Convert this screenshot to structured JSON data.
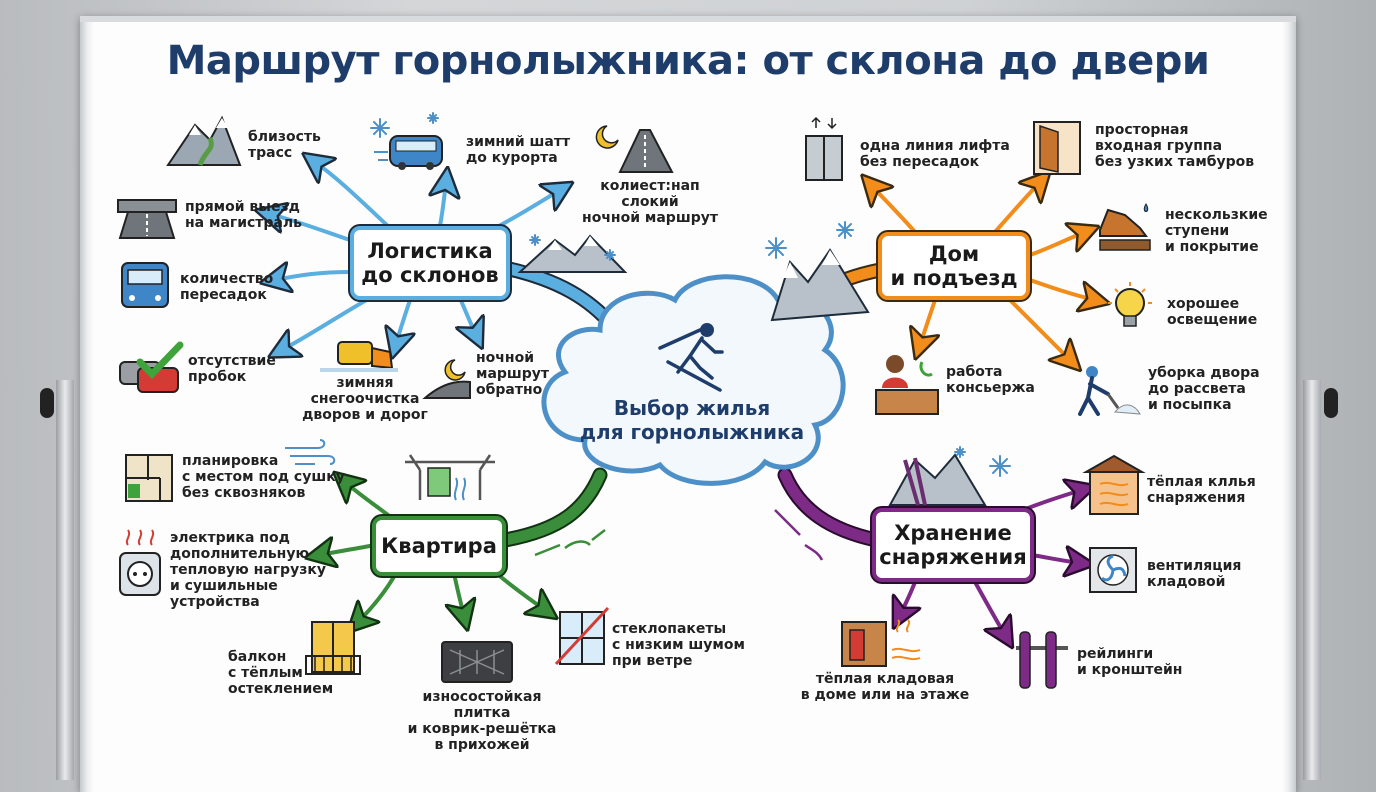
{
  "title": "Маршрут горнолыжника: от склона до двери",
  "center": {
    "label": "Выбор жилья\nдля горнолыжника"
  },
  "colors": {
    "title": "#1f3d6b",
    "logistics": "#5aaee0",
    "home": "#f28c1a",
    "apartment": "#3a8d3a",
    "storage": "#7e2a87"
  },
  "branches": {
    "logistics": {
      "label": "Логистика\nдо склонов",
      "items": [
        {
          "text": "близость\nтрасс",
          "icon": "mountain-road-icon"
        },
        {
          "text": "прямой выезд\nна магистраль",
          "icon": "highway-icon"
        },
        {
          "text": "количество\nпересадок",
          "icon": "bus-icon"
        },
        {
          "text": "отсутствие\nпробок",
          "icon": "car-check-icon"
        },
        {
          "text": "зимняя\nснегоочистка\nдворов и дорог",
          "icon": "snowplow-icon"
        },
        {
          "text": "ночной\nмаршрут\nобратно",
          "icon": "night-road-icon"
        },
        {
          "text": "колиест:нап слокий\nночной маршрут",
          "icon": "night-highway-icon"
        },
        {
          "text": "зимний шатт\nдо курорта",
          "icon": "shuttle-bus-icon"
        }
      ]
    },
    "home": {
      "label": "Дом\nи подъезд",
      "items": [
        {
          "text": "одна линия лифта\nбез пересадок",
          "icon": "elevator-icon"
        },
        {
          "text": "просторная\nвходная группа\nбез узких тамбуров",
          "icon": "door-icon"
        },
        {
          "text": "нескользкие\nступени\nи покрытие",
          "icon": "slippery-shoe-icon"
        },
        {
          "text": "хорошее\nосвещение",
          "icon": "light-bulb-icon"
        },
        {
          "text": "уборка двора\nдо рассвета\nи посыпка",
          "icon": "snow-shovel-icon"
        },
        {
          "text": "работа\nконсьержа",
          "icon": "concierge-icon"
        }
      ]
    },
    "apartment": {
      "label": "Квартира",
      "items": [
        {
          "text": "планировка\nс местом под сушку\nбез сквозняков",
          "icon": "floorplan-icon"
        },
        {
          "text": "электрика под\nдополнительную\nтепловую нагрузку\nи сушильные\nустройства",
          "icon": "socket-icon"
        },
        {
          "text": "балкон\nс тёплым\nостеклением",
          "icon": "balcony-icon"
        },
        {
          "text": "износостойкая плитка\nи коврик-решётка\nв прихожей",
          "icon": "doormat-icon"
        },
        {
          "text": "стеклопакеты\nс низким шумом\nпри ветре",
          "icon": "window-icon"
        }
      ]
    },
    "storage": {
      "label": "Хранение\nснаряжения",
      "items": [
        {
          "text": "тёплая кллья\nснаряжения",
          "icon": "warm-shed-icon"
        },
        {
          "text": "вентиляция\nкладовой",
          "icon": "ventilation-icon"
        },
        {
          "text": "рейлинги\nи кронштейн",
          "icon": "ski-rack-icon"
        },
        {
          "text": "тёплая кладовая\nв доме или на этаже",
          "icon": "warm-closet-icon"
        }
      ]
    }
  }
}
